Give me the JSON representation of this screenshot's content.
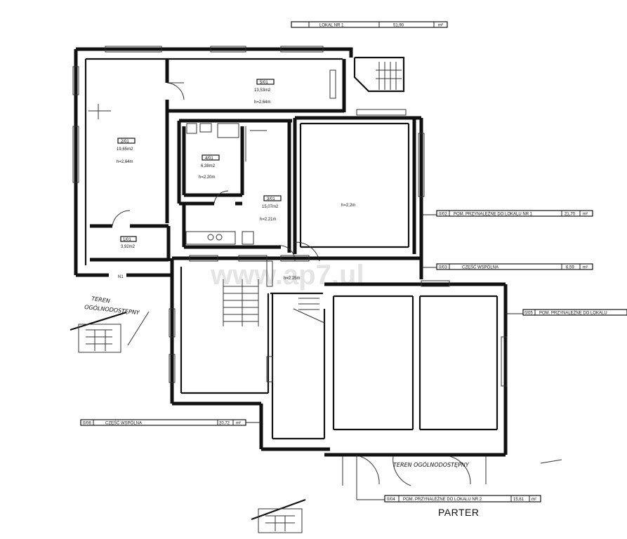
{
  "watermark": "www.ap7.ul",
  "floor_label": "PARTER",
  "handwritten": {
    "left_note_line1": "TEREN",
    "left_note_line2": "OGÓLNODOSTĘPNY",
    "bottom_note": "TEREN OGÓLNODOSTĘPNY"
  },
  "rooms": [
    {
      "id": "1/01",
      "area": "3,92m2",
      "height": ""
    },
    {
      "id": "2/01",
      "area": "19,65m2",
      "height": "h=2,64m"
    },
    {
      "id": "3/01",
      "area": "15,07m2",
      "height": "h=2,21m"
    },
    {
      "id": "4/01",
      "area": "6,38m2",
      "height": "h=2,20m"
    },
    {
      "id": "5/01",
      "area": "13,53m2",
      "height": "h=2,64m"
    }
  ],
  "room_heights_other": {
    "right_room": "h=2,2m",
    "corridor": "h=2,25m"
  },
  "legend_boxes": [
    {
      "code": "",
      "label": "LOKAL NR 1",
      "value": "51,90",
      "unit": "m²"
    },
    {
      "code": "0/02",
      "label": "POM. PRZYNALEŻNE DO LOKALU NR 1",
      "value": "21,70",
      "unit": "m²"
    },
    {
      "code": "0/03",
      "label": "CZĘŚĆ WSPÓLNA",
      "value": "6,59",
      "unit": "m²"
    },
    {
      "code": "0/05",
      "label": "POM. PRZYNALEŻNE DO LOKALU",
      "value": "",
      "unit": ""
    },
    {
      "code": "0/06",
      "label": "CZĘŚĆ WSPÓLNA",
      "value": "20,72",
      "unit": "m²"
    },
    {
      "code": "0/04",
      "label": "POM. PRZYNALEŻNE DO LOKALU NR 2",
      "value": "15,61",
      "unit": "m²"
    }
  ],
  "small_marks": {
    "entrance": "N1"
  }
}
